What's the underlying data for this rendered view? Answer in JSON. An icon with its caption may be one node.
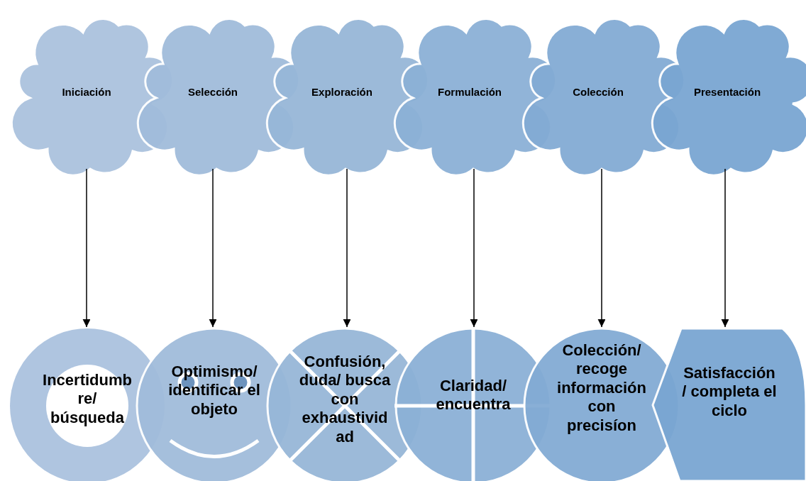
{
  "diagram": {
    "nodes": [
      {
        "text": [
          "Iniciación"
        ]
      },
      {
        "text": [
          "Selección"
        ]
      },
      {
        "text": [
          "Exploración"
        ]
      },
      {
        "text": [
          "Formulación"
        ]
      },
      {
        "text": [
          "Colección"
        ]
      },
      {
        "text": [
          "Presentación"
        ]
      },
      {
        "text": [
          "Incertidumbre/ búsqueda"
        ]
      },
      {
        "text": [
          "Optimismo/ identificar el objeto"
        ]
      },
      {
        "text": [
          "Confusión, duda/ busca con exhaustividad"
        ]
      },
      {
        "text": [
          "Claridad/ encuentra"
        ]
      },
      {
        "text": [
          "Colección/ recoge información con precisíon"
        ]
      },
      {
        "text": [
          "Satisfacción / completa el ciclo"
        ]
      }
    ],
    "edges": [
      {
        "from": 0,
        "to": 6,
        "arrow": "to"
      },
      {
        "from": 1,
        "to": 7,
        "arrow": "to"
      },
      {
        "from": 2,
        "to": 8,
        "arrow": "to"
      },
      {
        "from": 3,
        "to": 9,
        "arrow": "to"
      },
      {
        "from": 4,
        "to": 10,
        "arrow": "to"
      },
      {
        "from": 5,
        "to": 11,
        "arrow": "to"
      }
    ]
  }
}
